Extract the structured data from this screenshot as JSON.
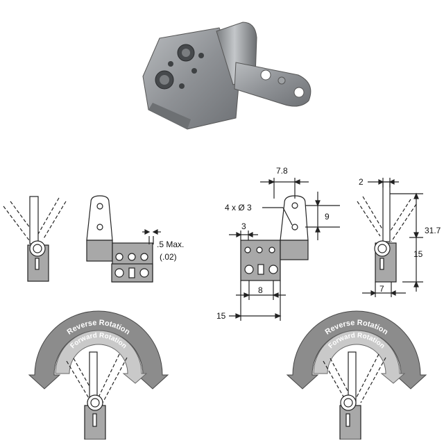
{
  "dimensions": {
    "max_clearance": ".5 Max.",
    "max_clearance_in": "(.02)",
    "hole_pattern": "4 x Ø 3",
    "leaf_offset": "3",
    "hole_spacing_h": "7.8",
    "hole_spacing_v": "9",
    "base_hole_pitch": "8",
    "overall_width": "15",
    "right_offset": "2",
    "leaf_height": "31.7",
    "lower_height": "15",
    "barrel_width": "7"
  },
  "rotation_labels": {
    "outer": "Reverse Rotation",
    "inner": "Forward Rotation"
  },
  "colors": {
    "metal": "#8a8d90",
    "fill_gray": "#a8a8a8",
    "arc_outer": "#8c8c8c",
    "arc_inner": "#c6c6c6",
    "line": "#222222"
  }
}
